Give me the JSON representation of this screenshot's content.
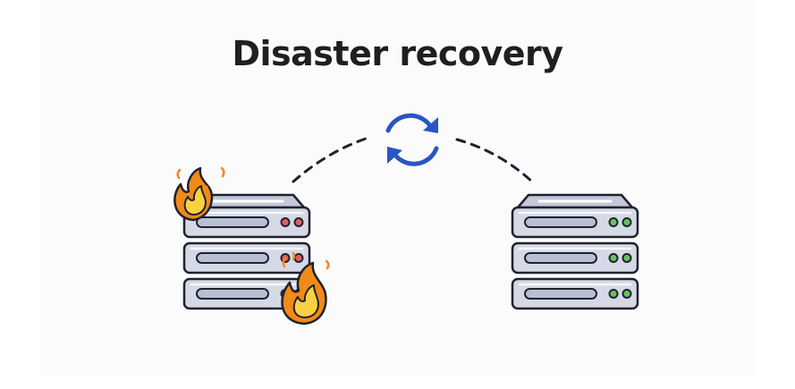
{
  "title": "Disaster recovery",
  "colors": {
    "background": "#fbfbfb",
    "text": "#1f1f1f",
    "outline": "#1e2230",
    "server_fill": "#d5d9e6",
    "server_top": "#c3c8da",
    "slot_fill": "#b9bfd3",
    "led_failed": "#e35d5d",
    "led_ok": "#66c25b",
    "sync_icon": "#2a55c4",
    "flame_outer": "#f28a1a",
    "flame_inner": "#fbd041",
    "connector": "#1e2230"
  },
  "nodes": [
    {
      "id": "primary-server",
      "status": "on-fire",
      "led_color": "red",
      "units": 3
    },
    {
      "id": "backup-server",
      "status": "healthy",
      "led_color": "green",
      "units": 3
    }
  ],
  "center_icon": "sync-icon"
}
